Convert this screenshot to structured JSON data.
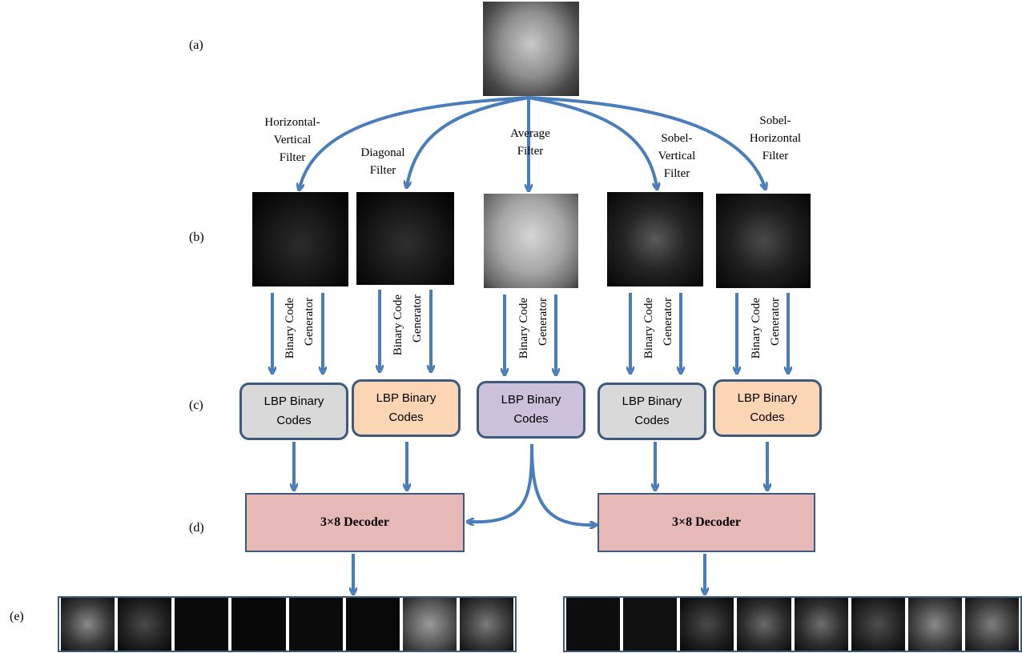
{
  "row_labels": {
    "a": "(a)",
    "b": "(b)",
    "c": "(c)",
    "d": "(d)",
    "e": "(e)"
  },
  "filters": [
    {
      "lines": [
        "Horizontal-",
        "Vertical",
        "Filter"
      ]
    },
    {
      "lines": [
        "Diagonal",
        "Filter"
      ]
    },
    {
      "lines": [
        "Average",
        "Filter"
      ]
    },
    {
      "lines": [
        "Sobel-",
        "Vertical",
        "Filter"
      ]
    },
    {
      "lines": [
        "Sobel-",
        "Horizontal",
        "Filter"
      ]
    }
  ],
  "generator": {
    "line1": "Binary Code",
    "line2": "Generator"
  },
  "lbp_boxes": [
    {
      "lines": [
        "LBP Binary",
        "Codes"
      ],
      "color": "#d9d9d9"
    },
    {
      "lines": [
        "LBP Binary",
        "Codes"
      ],
      "color": "#fcd5b4"
    },
    {
      "lines": [
        "LBP Binary",
        "Codes"
      ],
      "color": "#ccc0da"
    },
    {
      "lines": [
        "LBP Binary",
        "Codes"
      ],
      "color": "#d9d9d9"
    },
    {
      "lines": [
        "LBP Binary",
        "Codes"
      ],
      "color": "#fcd5b4"
    }
  ],
  "decoders": [
    {
      "label": "3×8 Decoder"
    },
    {
      "label": "3×8 Decoder"
    }
  ],
  "colors": {
    "arrow": "#4a7ebb",
    "box_border": "#3b5a7e",
    "decoder_fill": "#e6b8b8"
  }
}
